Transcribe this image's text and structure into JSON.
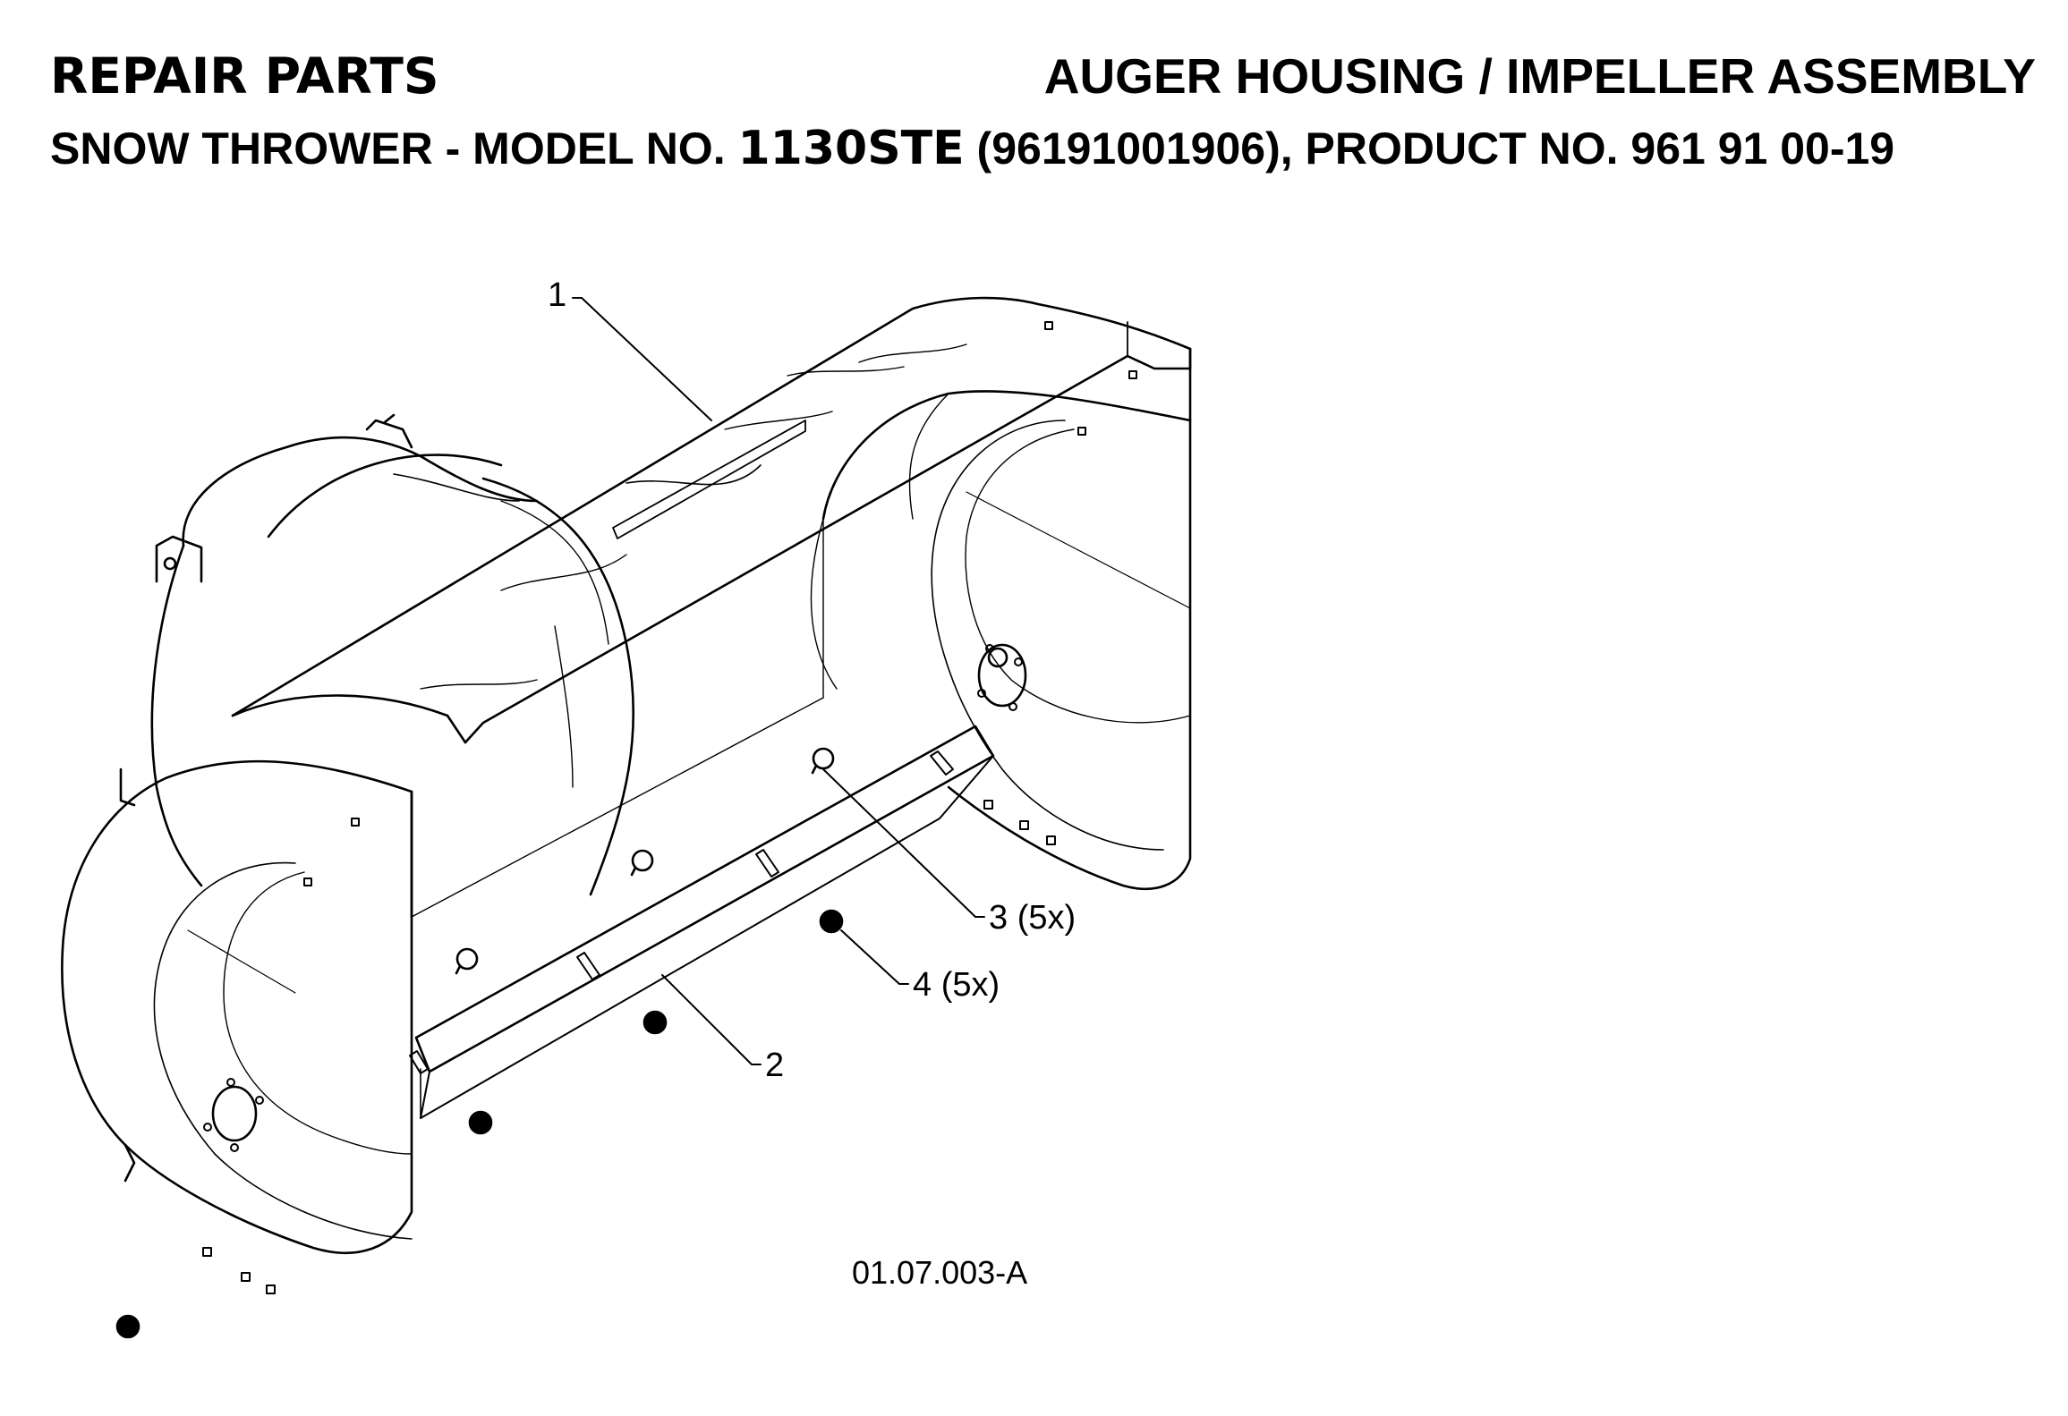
{
  "header": {
    "left_title": "REPAIR PARTS",
    "right_title": "AUGER HOUSING / IMPELLER ASSEMBLY",
    "subtitle_prefix": "SNOW THROWER - MODEL NO. ",
    "model": "1130STE",
    "subtitle_suffix": " (96191001906), PRODUCT NO. 961 91 00-19"
  },
  "callouts": [
    {
      "id": "1",
      "label": "1"
    },
    {
      "id": "2",
      "label": "2"
    },
    {
      "id": "3",
      "label": "3 (5x)"
    },
    {
      "id": "4",
      "label": "4 (5x)"
    }
  ],
  "drawing_number": "01.07.003-A",
  "colors": {
    "ink": "#000000",
    "paper": "#ffffff"
  }
}
